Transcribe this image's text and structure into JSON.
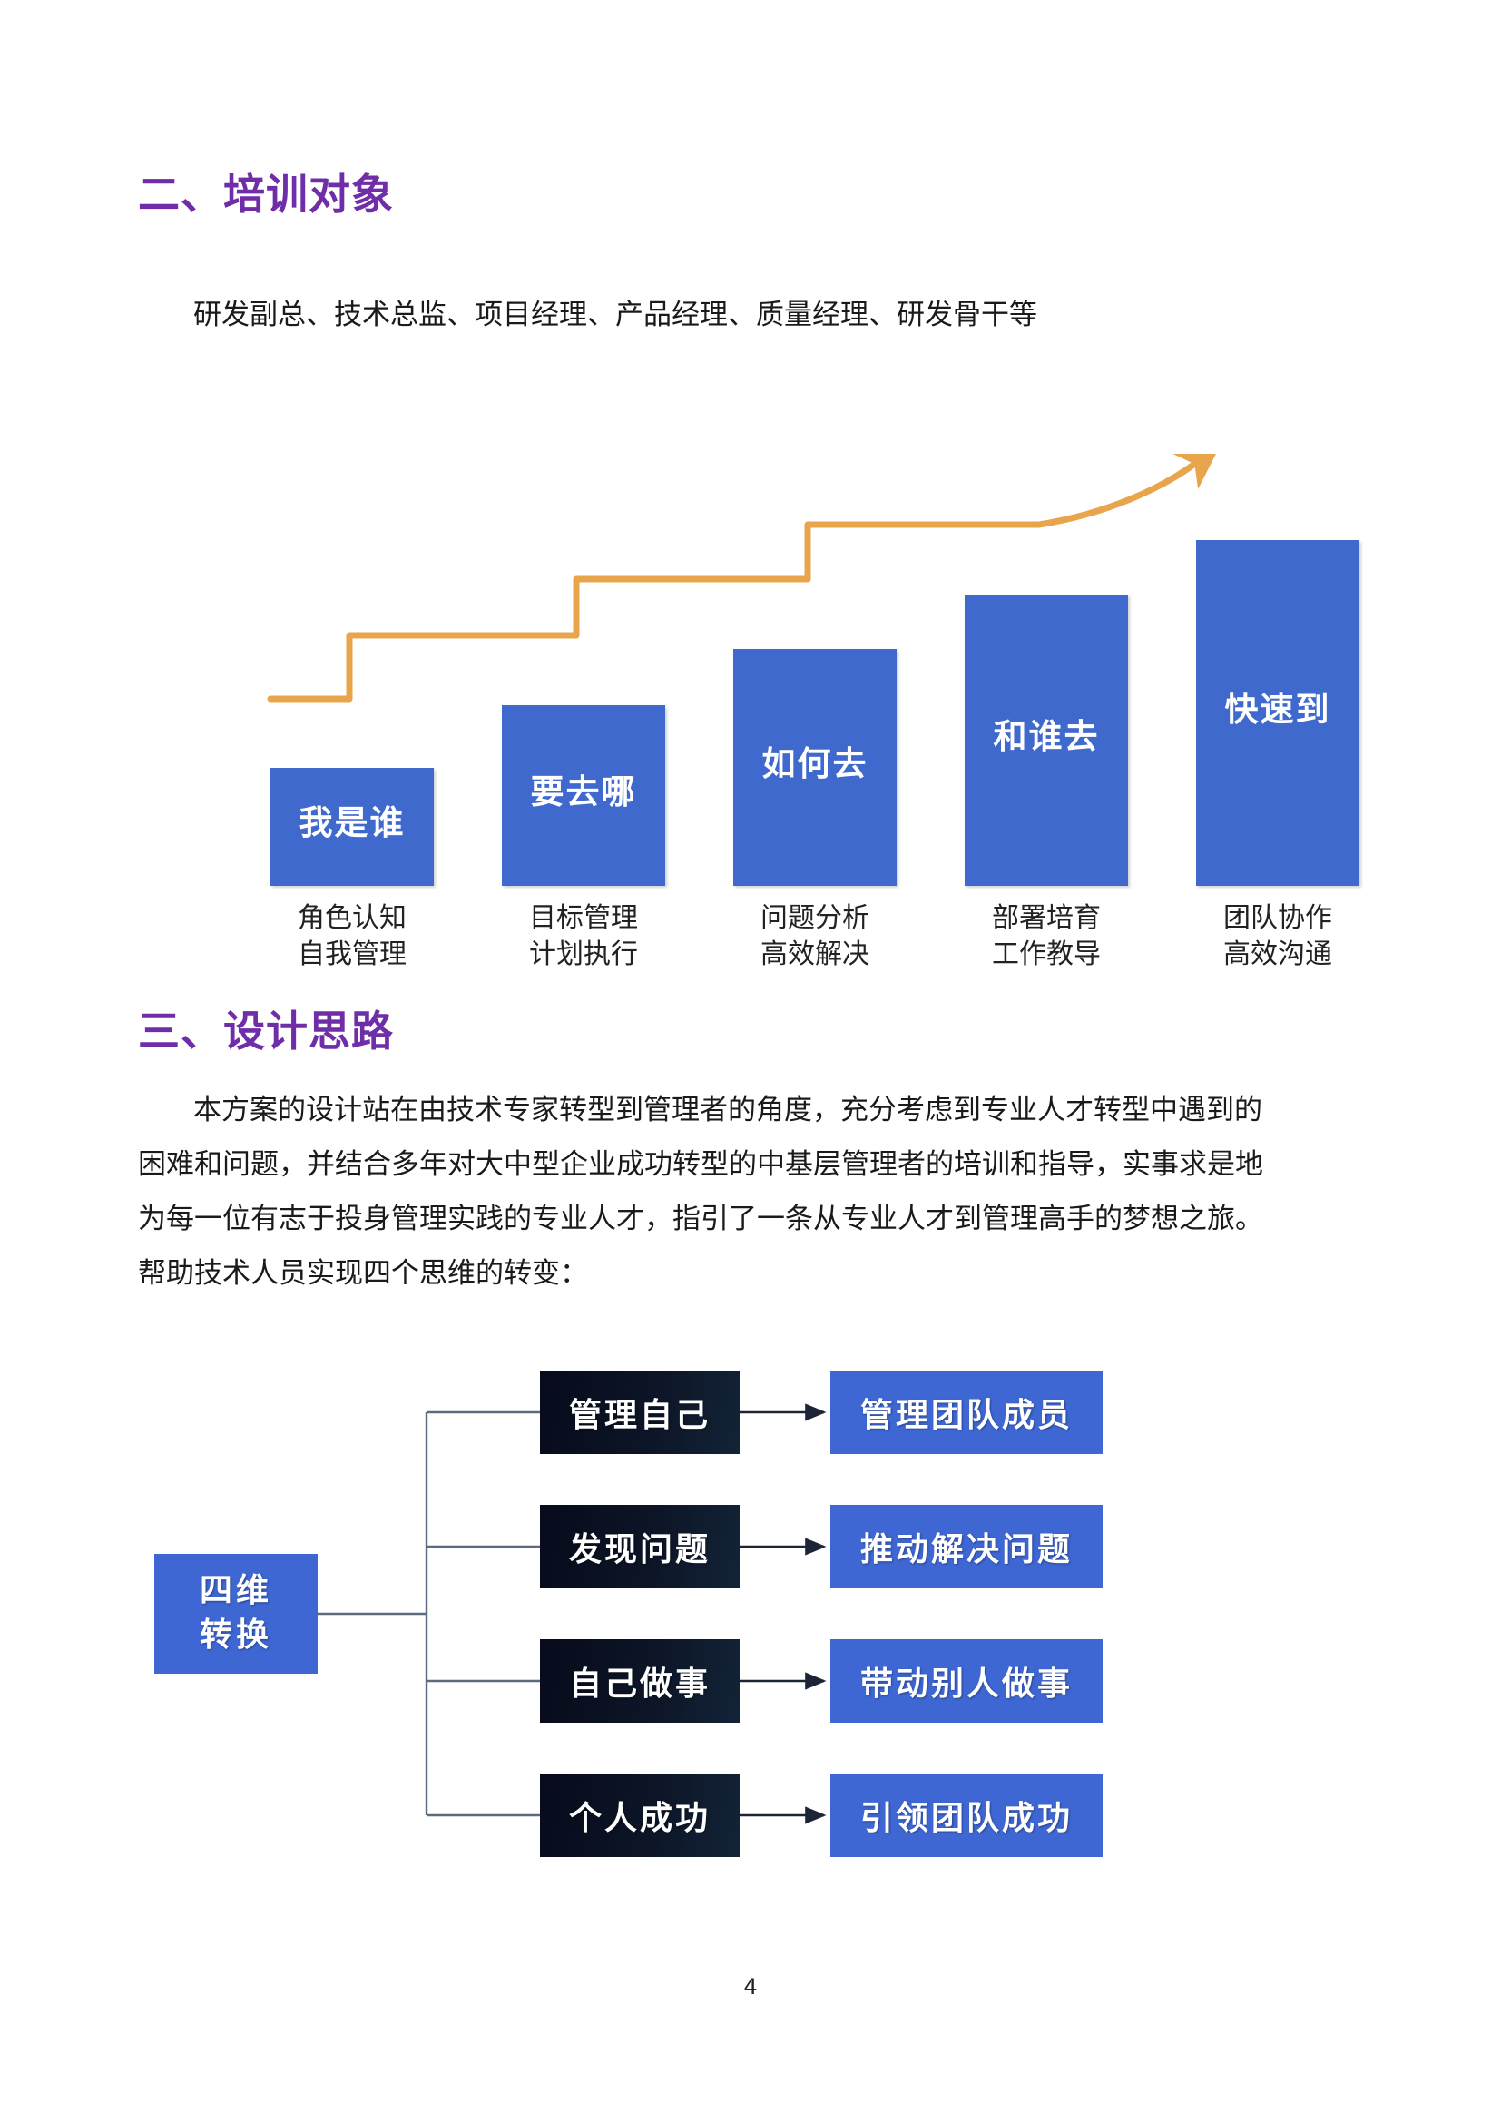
{
  "document": {
    "page_number": "4"
  },
  "sections": {
    "audience": {
      "heading": "二、培训对象",
      "text": "研发副总、技术总监、项目经理、产品经理、质量经理、研发骨干等"
    },
    "design": {
      "heading": "三、设计思路",
      "paragraph_lines": [
        "本方案的设计站在由技术专家转型到管理者的角度，充分考虑到专业人才转型中遇到的",
        "困难和问题，并结合多年对大中型企业成功转型的中基层管理者的培训和指导，实事求是地",
        "为每一位有志于投身管理实践的专业人才，指引了一条从专业人才到管理高手的梦想之旅。",
        "帮助技术人员实现四个思维的转变："
      ]
    }
  },
  "chart_data": {
    "type": "bar",
    "title": "",
    "xlabel": "",
    "ylabel": "",
    "grid": false,
    "legend": "none",
    "ylim": [
      0,
      5
    ],
    "categories": [
      "我是谁",
      "要去哪",
      "如何去",
      "和谁去",
      "快速到"
    ],
    "values": [
      1,
      2,
      3,
      4,
      5
    ],
    "bar_color": "#4069CE",
    "trend_line_color": "#E8A54B",
    "tick_labels": [
      "角色认知\n自我管理",
      "目标管理\n计划执行",
      "问题分析\n高效解决",
      "部署培育\n工作教导",
      "团队协作\n高效沟通"
    ],
    "bars": [
      {
        "label": "我是谁",
        "caption_line1": "角色认知",
        "caption_line2": "自我管理",
        "value": 1
      },
      {
        "label": "要去哪",
        "caption_line1": "目标管理",
        "caption_line2": "计划执行",
        "value": 2
      },
      {
        "label": "如何去",
        "caption_line1": "问题分析",
        "caption_line2": "高效解决",
        "value": 3
      },
      {
        "label": "和谁去",
        "caption_line1": "部署培育",
        "caption_line2": "工作教导",
        "value": 4
      },
      {
        "label": "快速到",
        "caption_line1": "团队协作",
        "caption_line2": "高效沟通",
        "value": 5
      }
    ]
  },
  "four_dim_diagram": {
    "root_line1": "四维",
    "root_line2": "转换",
    "rows": [
      {
        "from": "管理自己",
        "to": "管理团队成员"
      },
      {
        "from": "发现问题",
        "to": "推动解决问题"
      },
      {
        "from": "自己做事",
        "to": "带动别人做事"
      },
      {
        "from": "个人成功",
        "to": "引领团队成功"
      }
    ],
    "colors": {
      "root": "#3E67D4",
      "from_box": "#0A1222",
      "to_box": "#3E67D4",
      "connector": "#44546A"
    }
  },
  "theme": {
    "heading_color": "#6F2DA8",
    "accent_blue": "#4069CE",
    "accent_orange": "#E8A54B",
    "text_color": "#1a1a1a"
  }
}
